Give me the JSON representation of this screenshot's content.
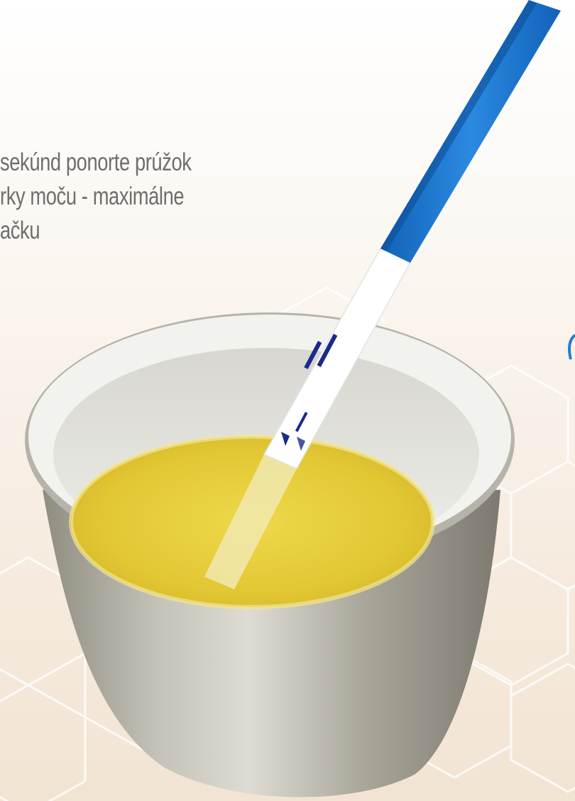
{
  "instruction": {
    "line1": "sekúnd ponorte prúžok",
    "line2": "rky moču - maximálne",
    "line3": "ačku"
  },
  "strip": {
    "handle_color": "#1f7fd0",
    "body_color": "#ffffff",
    "wick_color": "#f1e9b0",
    "marking_color": "#1a2a8a"
  },
  "cup": {
    "body_color": "#a9a69a",
    "rim_color": "#ececea",
    "liquid_color": "#e6cf3e"
  },
  "background": {
    "color": "#f6ebdf",
    "pattern": "hexagon"
  },
  "icons": {
    "illustration": "urine-cup-with-test-strip-icon"
  }
}
